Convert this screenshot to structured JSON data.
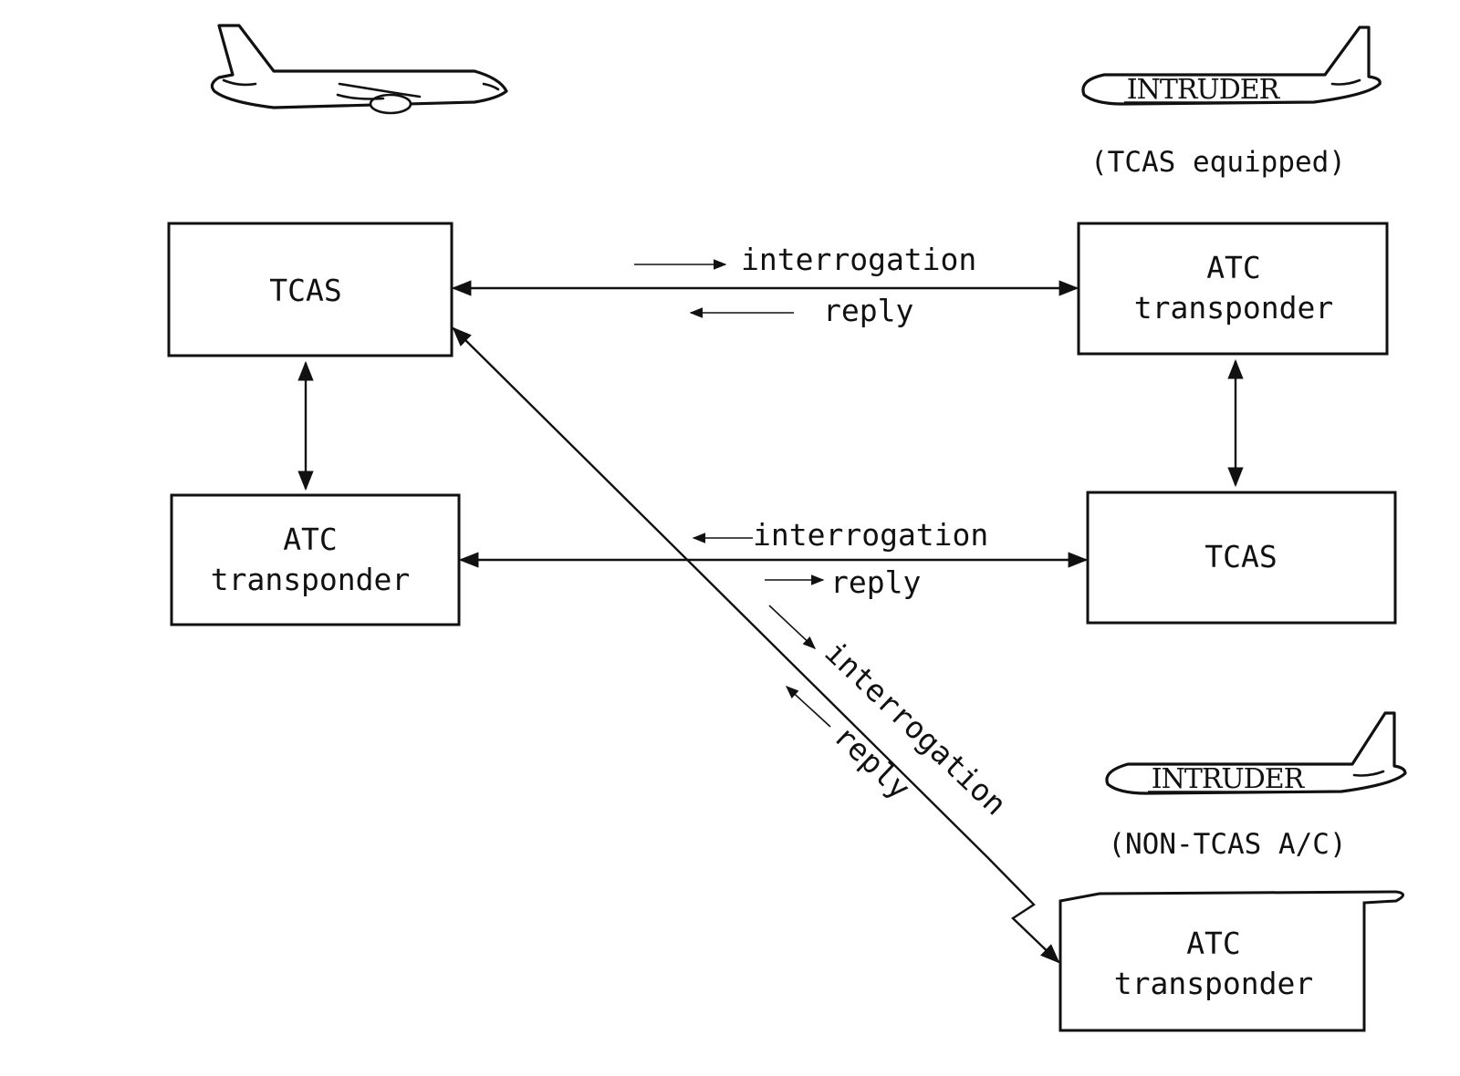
{
  "diagram": {
    "type": "TCAS surveillance interrogation/reply diagram",
    "own_aircraft": {
      "boxes": {
        "tcas": "TCAS",
        "transponder_line1": "ATC",
        "transponder_line2": "transponder"
      }
    },
    "intruder_tcas": {
      "plane_label": "INTRUDER",
      "caption": "(TCAS equipped)",
      "boxes": {
        "transponder_line1": "ATC",
        "transponder_line2": "transponder",
        "tcas": "TCAS"
      }
    },
    "intruder_non_tcas": {
      "plane_label": "INTRUDER",
      "caption": "(NON-TCAS A/C)",
      "boxes": {
        "transponder_line1": "ATC",
        "transponder_line2": "transponder"
      }
    },
    "links": {
      "top": {
        "forward": "interrogation",
        "back": "reply"
      },
      "middle": {
        "forward": "interrogation",
        "back": "reply"
      },
      "diagonal": {
        "forward": "interrogation",
        "back": "reply"
      }
    }
  }
}
